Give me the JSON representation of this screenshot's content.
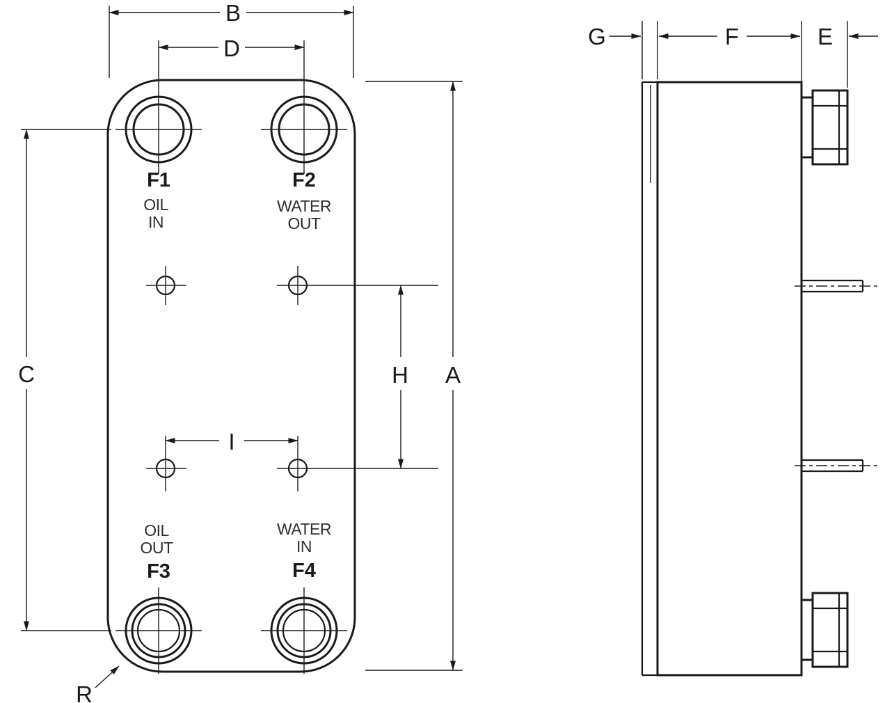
{
  "dims": {
    "A": "A",
    "B": "B",
    "C": "C",
    "D": "D",
    "E": "E",
    "F": "F",
    "G": "G",
    "H": "H",
    "I": "I",
    "R": "R"
  },
  "ports": {
    "f1": {
      "id": "F1",
      "line1": "OIL",
      "line2": "IN"
    },
    "f2": {
      "id": "F2",
      "line1": "WATER",
      "line2": "OUT"
    },
    "f3": {
      "id": "F3",
      "line1": "OIL",
      "line2": "OUT"
    },
    "f4": {
      "id": "F4",
      "line1": "WATER",
      "line2": "IN"
    }
  },
  "colors": {
    "line": "#1a1a1a",
    "background": "#ffffff"
  }
}
